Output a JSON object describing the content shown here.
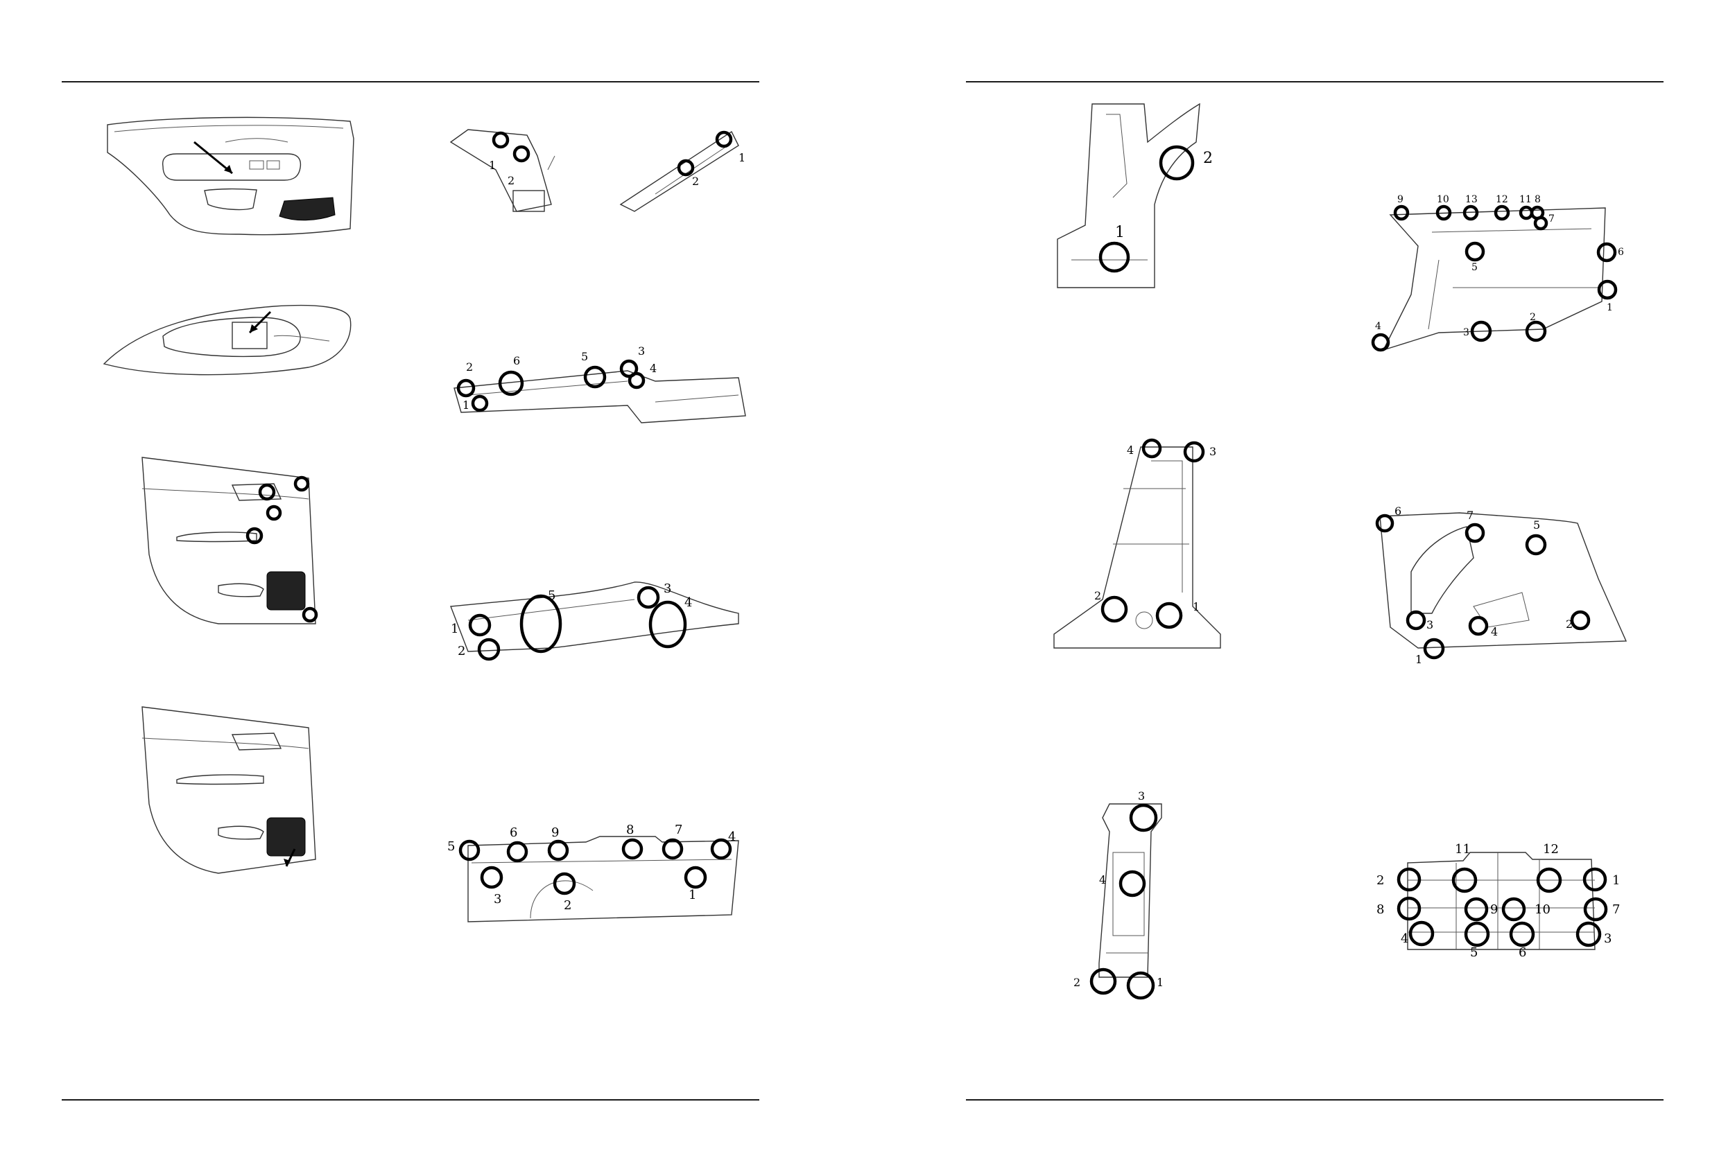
{
  "pages": {
    "left": {
      "figures": [
        {
          "id": "door-front-panel-arrow",
          "callouts": []
        },
        {
          "id": "armrest-trim-arrow",
          "callouts": []
        },
        {
          "id": "door-panel-fasteners",
          "callouts": []
        },
        {
          "id": "door-panel-rear-arrow",
          "callouts": []
        },
        {
          "id": "a-pillar-trim",
          "callouts": [
            "1",
            "2",
            "2",
            "1"
          ]
        },
        {
          "id": "sill-trim-front",
          "callouts": [
            "2",
            "6",
            "5",
            "3",
            "4",
            "1"
          ]
        },
        {
          "id": "sill-trim-rear",
          "callouts": [
            "5",
            "3",
            "4",
            "1",
            "2"
          ]
        },
        {
          "id": "rear-shelf-trim",
          "callouts": [
            "5",
            "6",
            "9",
            "8",
            "7",
            "4",
            "3",
            "2",
            "1"
          ]
        }
      ]
    },
    "right": {
      "figures": [
        {
          "id": "b-pillar-upper",
          "callouts": [
            "2",
            "1"
          ]
        },
        {
          "id": "quarter-trim-upper",
          "callouts": [
            "9",
            "10",
            "13",
            "12",
            "11",
            "8",
            "7",
            "6",
            "5",
            "1",
            "2",
            "3",
            "4"
          ]
        },
        {
          "id": "b-pillar-trim",
          "callouts": [
            "4",
            "3",
            "2",
            "1"
          ]
        },
        {
          "id": "quarter-trim-lower",
          "callouts": [
            "6",
            "7",
            "5",
            "3",
            "4",
            "2",
            "1"
          ]
        },
        {
          "id": "c-pillar-trim",
          "callouts": [
            "3",
            "4",
            "2",
            "1"
          ]
        },
        {
          "id": "tailgate-trim",
          "callouts": [
            "11",
            "12",
            "2",
            "1",
            "8",
            "9",
            "10",
            "7",
            "4",
            "3",
            "5",
            "6"
          ]
        }
      ]
    }
  }
}
